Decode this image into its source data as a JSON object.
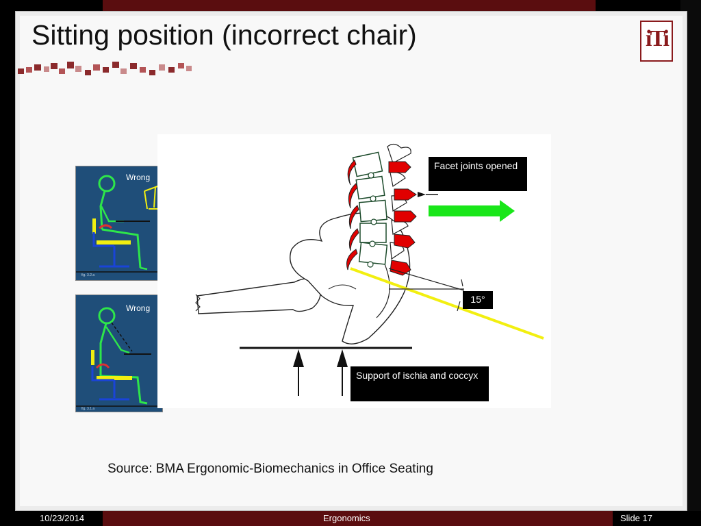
{
  "slide": {
    "title": "Sitting position (incorrect chair)",
    "logo_text": "iTi",
    "source": "Source: BMA Ergonomic-Biomechanics in Office Seating"
  },
  "figures": {
    "fig1": {
      "label": "Wrong",
      "caption": "fig. 3.2.a"
    },
    "fig2": {
      "label": "Wrong",
      "caption": "fig. 3.1.a"
    }
  },
  "diagram": {
    "facet_label": "Facet joints opened",
    "angle_label": "15°",
    "support_label": "Support of ischia and coccyx"
  },
  "footer": {
    "date": "10/23/2014",
    "topic": "Ergonomics",
    "slide_number": "Slide 17"
  },
  "colors": {
    "maroon": "#5a0d0f",
    "figure_bg": "#1f4e79",
    "vertebra_red": "#e10000",
    "arrow_green": "#19e619",
    "pelvis_line_yellow": "#f2ef10"
  }
}
